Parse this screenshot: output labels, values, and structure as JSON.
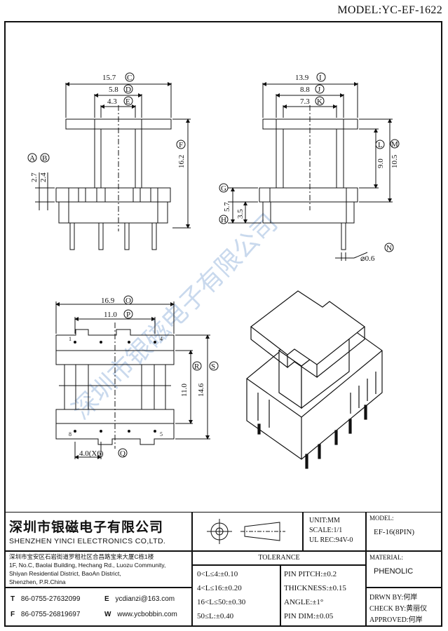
{
  "model": "MODEL:YC-EF-1622",
  "dims": {
    "d157": "15.7",
    "lC": "C",
    "d58": "5.8",
    "lD": "D",
    "d43": "4.3",
    "lE": "E",
    "d162": "16.2",
    "lF": "F",
    "d27": "2.7",
    "d24": "2.4",
    "lA": "A",
    "lB": "B",
    "d139": "13.9",
    "lI": "I",
    "d88": "8.8",
    "lJ": "J",
    "d73": "7.3",
    "lK": "K",
    "d90": "9.0",
    "lL": "L",
    "d105": "10.5",
    "lM": "M",
    "d57": "5.7",
    "lG": "G",
    "d35": "3.5",
    "lH": "H",
    "d06": "⌀0.6",
    "lN": "N",
    "d169": "16.9",
    "lO": "O",
    "d110": "11.0",
    "lP": "P",
    "d110b": "11.0",
    "lR": "R",
    "d146": "14.6",
    "lS": "S",
    "d40": "4.0(X6)",
    "lQ": "Q",
    "pin1": "1",
    "pin4": "4",
    "pin5": "5",
    "pin8": "8"
  },
  "watermark": "深圳市银磁电子有限公司",
  "company": {
    "name_cn": "深圳市银磁电子有限公司",
    "name_en": "SHENZHEN YINCI ELECTRONICS CO,LTD.",
    "addr_cn": "深圳市宝安区石岩街道罗租社区合昌路宝来大厦C栋1楼",
    "addr_en1": "1F, No.C, Baolai Building, Hechang Rd., Luozu Community,",
    "addr_en2": "Shiyan Residential District, BaoAn District,",
    "addr_en3": "Shenzhen, P.R.China",
    "t_label": "T",
    "tel": "86-0755-27632099",
    "f_label": "F",
    "fax": "86-0755-26819697",
    "e_label": "E",
    "email": "ycdianzi@163.com",
    "w_label": "W",
    "web": "www.ycbobbin.com"
  },
  "specs": {
    "unit": "UNIT:MM",
    "scale": "SCALE:1/1",
    "ul": "UL REC:94V-0",
    "model_label": "MODEL:",
    "model_value": "EF-16(8PIN)",
    "material_label": "MATERIAL:",
    "material_value": "PHENOLIC"
  },
  "tolerance": {
    "title": "TOLERANCE",
    "t1": "0<L≤4:±0.10",
    "t2": "4<L≤16:±0.20",
    "t3": "16<L≤50:±0.30",
    "t4": "50≤L:±0.40",
    "p1": "PIN PITCH:±0.2",
    "p2": "THICKNESS:±0.15",
    "p3": "ANGLE:±1°",
    "p4": "PIN DIM:±0.05"
  },
  "approval": {
    "drwn": "DRWN BY:何岸",
    "check": "CHECK BY:黄丽仪",
    "approved": "APPROVED:何岸"
  }
}
